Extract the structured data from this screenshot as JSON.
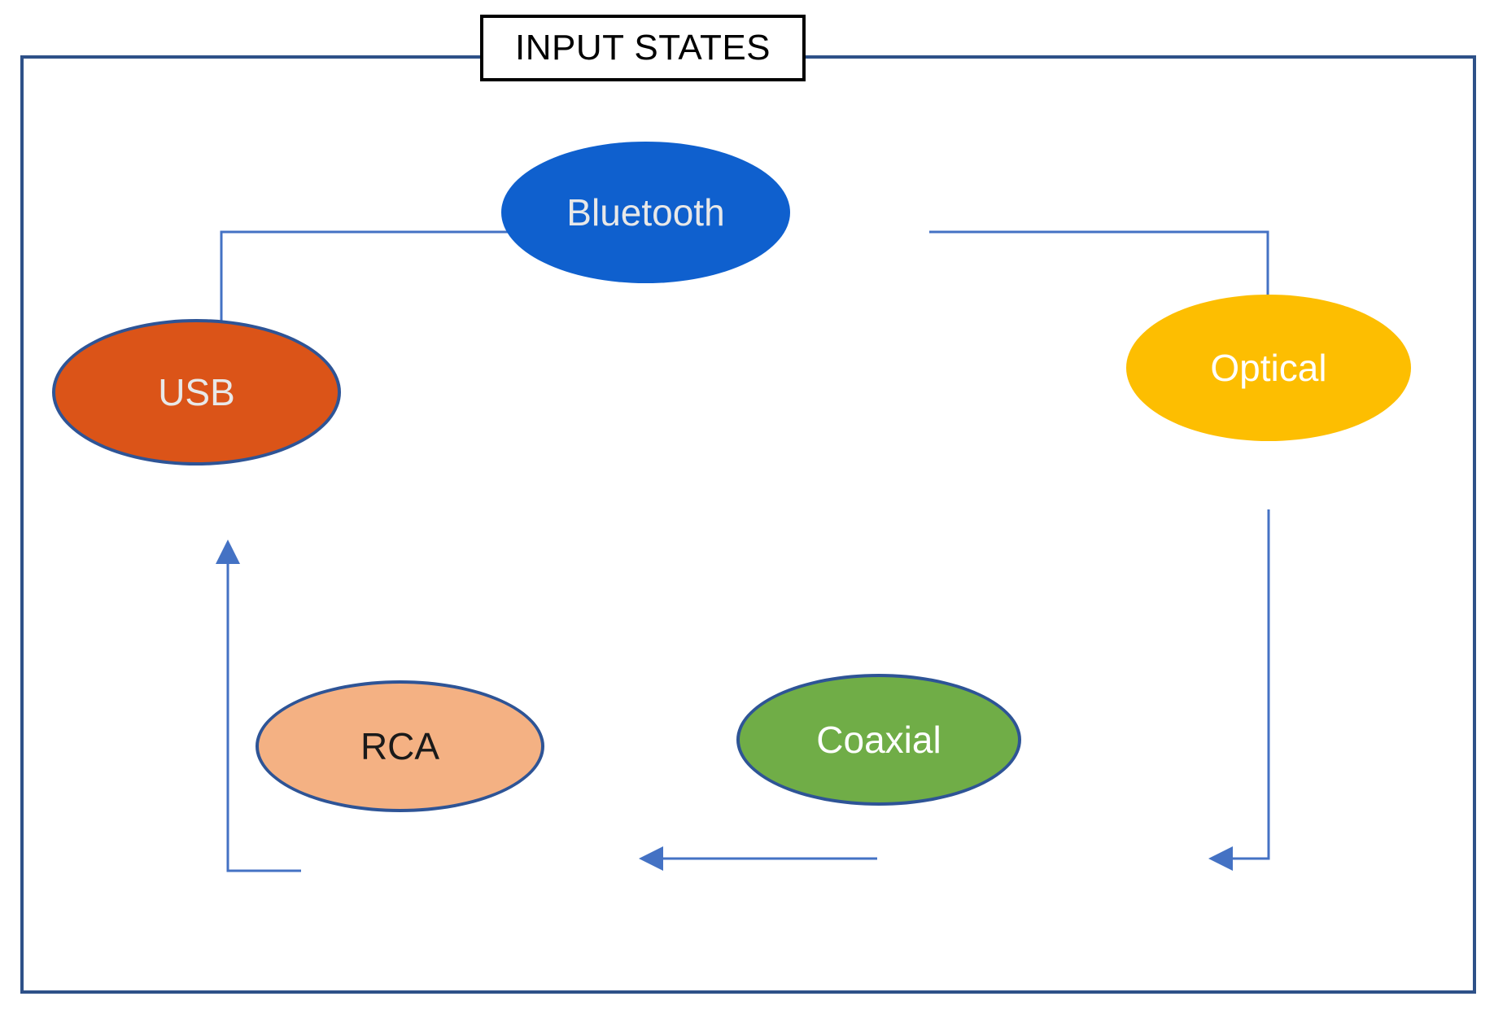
{
  "diagram": {
    "title": "INPUT STATES",
    "frame_color": "#2E5188",
    "title_border_color": "#000000",
    "background": "#FFFFFF",
    "arrow_color": "#4472C4"
  },
  "nodes": [
    {
      "id": "bluetooth",
      "label": "Bluetooth",
      "fill": "#0F60CE",
      "text_color": "#E8E8E8",
      "border": "none"
    },
    {
      "id": "optical",
      "label": "Optical",
      "fill": "#FDBE01",
      "text_color": "#FFFFFF",
      "border": "none"
    },
    {
      "id": "usb",
      "label": "USB",
      "fill": "#DB5418",
      "text_color": "#E8E8E8",
      "border": "#2E5496"
    },
    {
      "id": "coaxial",
      "label": "Coaxial",
      "fill": "#70AD47",
      "text_color": "#FFFFFF",
      "border": "#2E5496"
    },
    {
      "id": "rca",
      "label": "RCA",
      "fill": "#F4B183",
      "text_color": "#1A1A1A",
      "border": "#2E5496"
    }
  ],
  "edges": [
    {
      "id": "usb-to-bluetooth",
      "from": "USB",
      "to": "Bluetooth"
    },
    {
      "id": "bluetooth-to-optical",
      "from": "Bluetooth",
      "to": "Optical"
    },
    {
      "id": "optical-to-coaxial",
      "from": "Optical",
      "to": "Coaxial"
    },
    {
      "id": "coaxial-to-rca",
      "from": "Coaxial",
      "to": "RCA"
    },
    {
      "id": "rca-to-usb",
      "from": "RCA",
      "to": "USB"
    }
  ]
}
